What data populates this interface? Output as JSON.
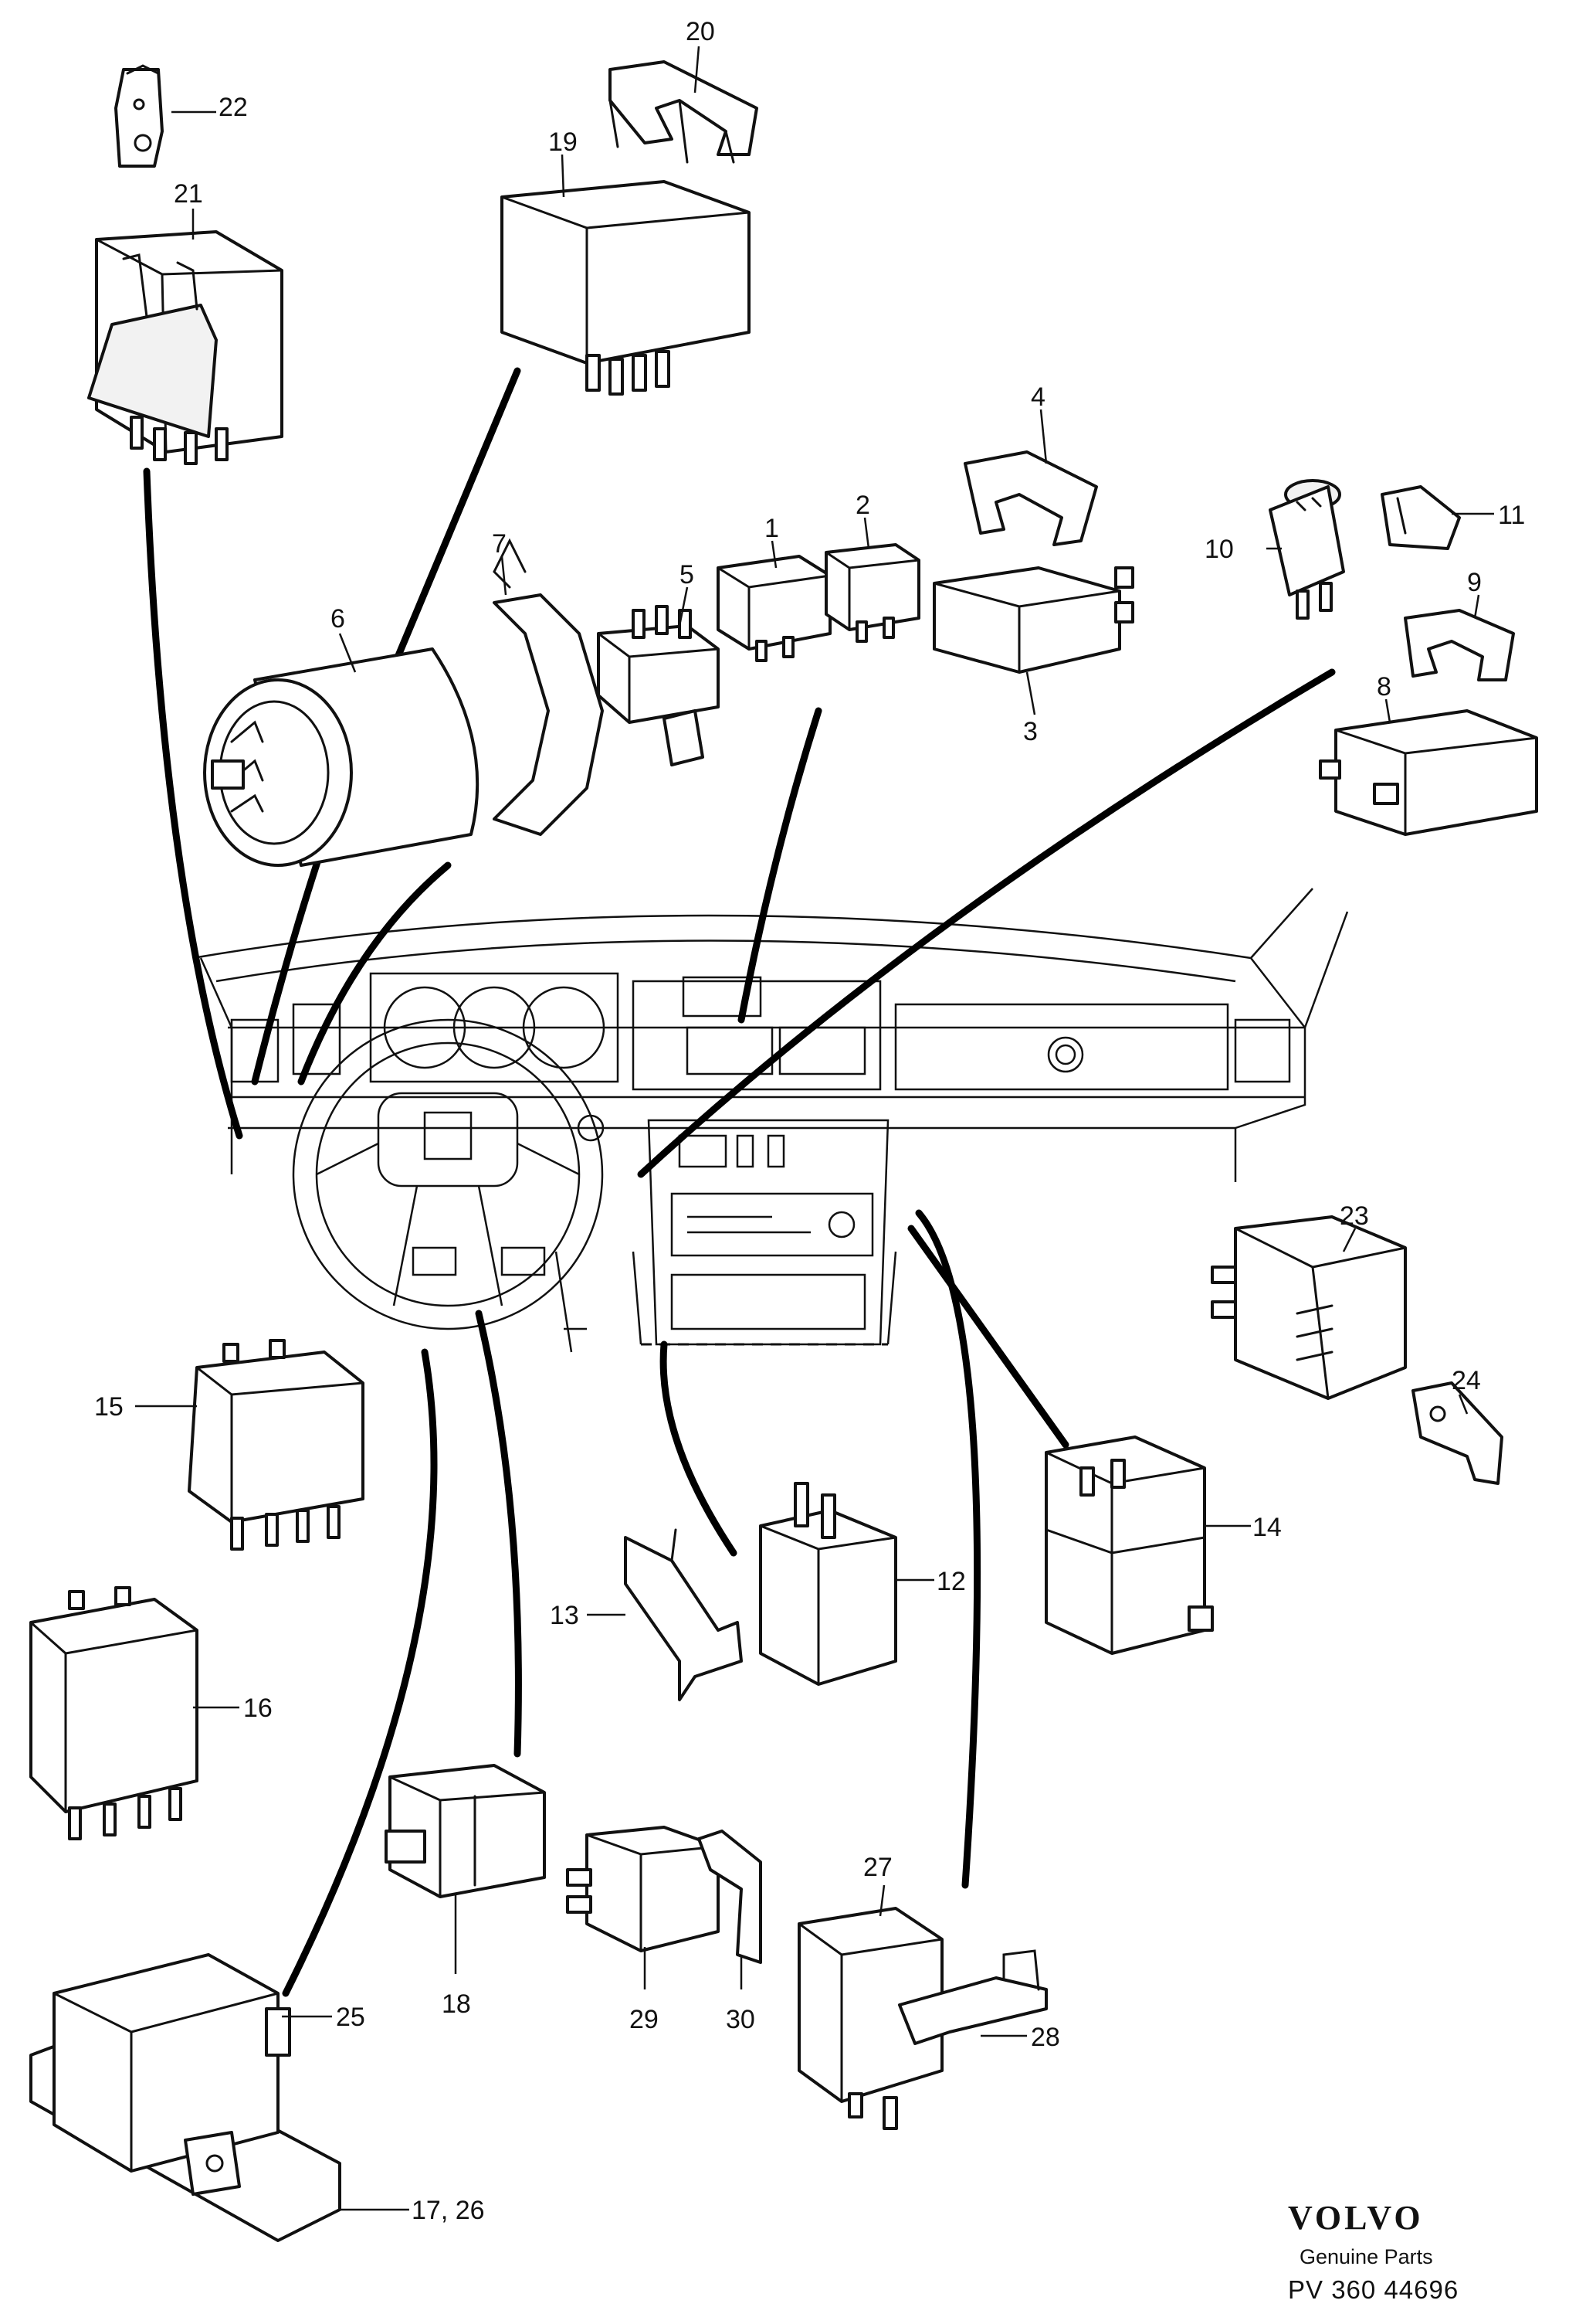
{
  "diagram": {
    "brand": "VOLVO",
    "brand_subtitle": "Genuine Parts",
    "reference": "PV 360 44696",
    "callouts": {
      "c1": "1",
      "c2": "2",
      "c3": "3",
      "c4": "4",
      "c5": "5",
      "c6": "6",
      "c7": "7",
      "c8": "8",
      "c9": "9",
      "c10": "10",
      "c11": "11",
      "c12": "12",
      "c13": "13",
      "c14": "14",
      "c15": "15",
      "c16": "16",
      "c17_26": "17, 26",
      "c18": "18",
      "c19": "19",
      "c20": "20",
      "c21": "21",
      "c22": "22",
      "c23": "23",
      "c24": "24",
      "c25": "25",
      "c27": "27",
      "c28": "28",
      "c29": "29",
      "c30": "30"
    }
  }
}
